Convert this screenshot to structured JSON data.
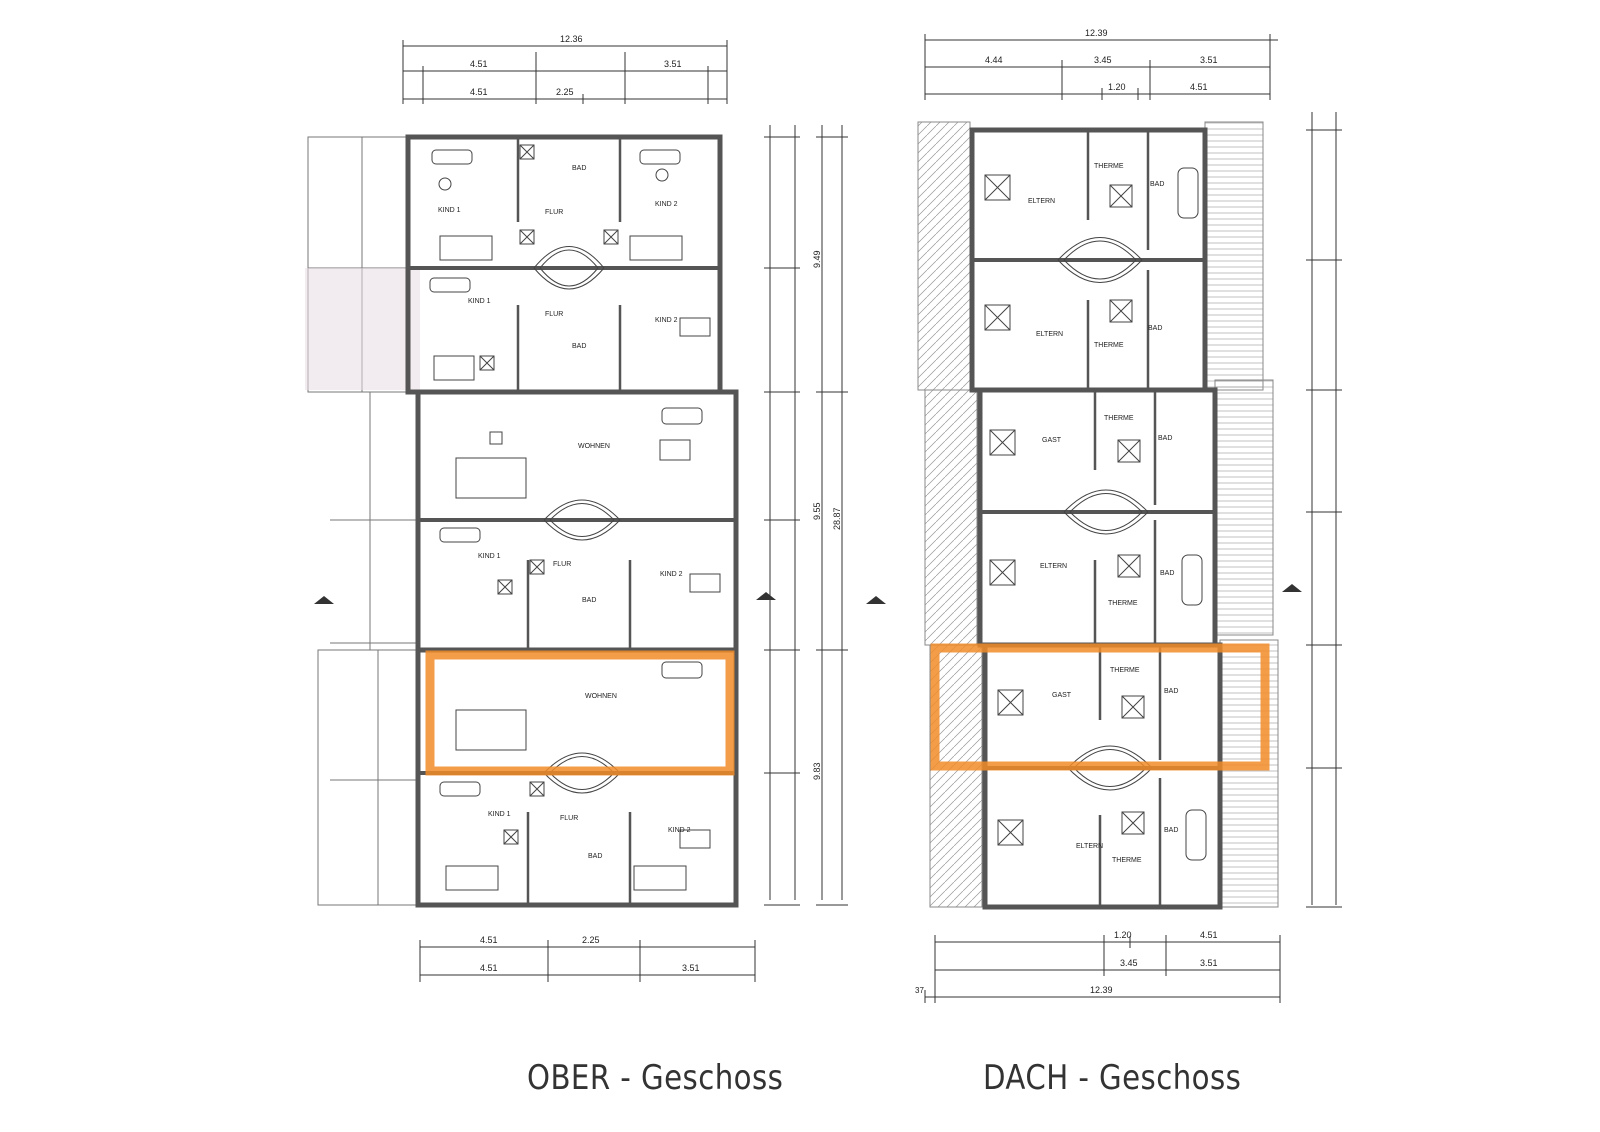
{
  "captions": {
    "ober": "OBER - Geschoss",
    "dach": "DACH - Geschoss"
  },
  "colors": {
    "wall": "#555555",
    "line": "#333333",
    "highlight": "#f28c28",
    "paper": "#ffffff"
  },
  "ober_geschoss": {
    "top_dims": {
      "total": "12.36",
      "row1": [
        "4.51",
        "3.51"
      ],
      "row2": [
        "4.51",
        "2.25"
      ]
    },
    "bottom_dims": {
      "row1": [
        "4.51",
        "2.25"
      ],
      "row2": [
        "4.51",
        "3.51"
      ]
    },
    "side_dims": [
      "9.49",
      "9.55",
      "9.83",
      "28.87"
    ],
    "rooms": [
      {
        "name": "KIND 1"
      },
      {
        "name": "FLUR"
      },
      {
        "name": "BAD"
      },
      {
        "name": "KIND 2"
      },
      {
        "name": "KIND 1"
      },
      {
        "name": "FLUR"
      },
      {
        "name": "BAD"
      },
      {
        "name": "KIND 2"
      },
      {
        "name": "WOHNEN"
      },
      {
        "name": "KIND 1"
      },
      {
        "name": "FLUR"
      },
      {
        "name": "BAD"
      },
      {
        "name": "KIND 2"
      },
      {
        "name": "WOHNEN"
      },
      {
        "name": "KIND 1"
      },
      {
        "name": "FLUR"
      },
      {
        "name": "BAD"
      },
      {
        "name": "KIND 2"
      }
    ]
  },
  "dach_geschoss": {
    "top_dims": {
      "total": "12.39",
      "row1": [
        "4.44",
        "3.45",
        "3.51"
      ],
      "row2": [
        "1.20",
        "4.51"
      ]
    },
    "bottom_dims": {
      "row1": [
        "1.20",
        "4.51"
      ],
      "row2": [
        "3.45",
        "3.51"
      ],
      "total": "12.39",
      "offset": "37"
    },
    "rooms": [
      {
        "name": "ELTERN"
      },
      {
        "name": "THERME"
      },
      {
        "name": "BAD"
      },
      {
        "name": "ELTERN"
      },
      {
        "name": "THERME"
      },
      {
        "name": "BAD"
      },
      {
        "name": "GAST"
      },
      {
        "name": "THERME"
      },
      {
        "name": "BAD"
      },
      {
        "name": "ELTERN"
      },
      {
        "name": "THERME"
      },
      {
        "name": "BAD"
      },
      {
        "name": "GAST"
      },
      {
        "name": "THERME"
      },
      {
        "name": "BAD"
      },
      {
        "name": "ELTERN"
      },
      {
        "name": "THERME"
      },
      {
        "name": "BAD"
      }
    ]
  }
}
